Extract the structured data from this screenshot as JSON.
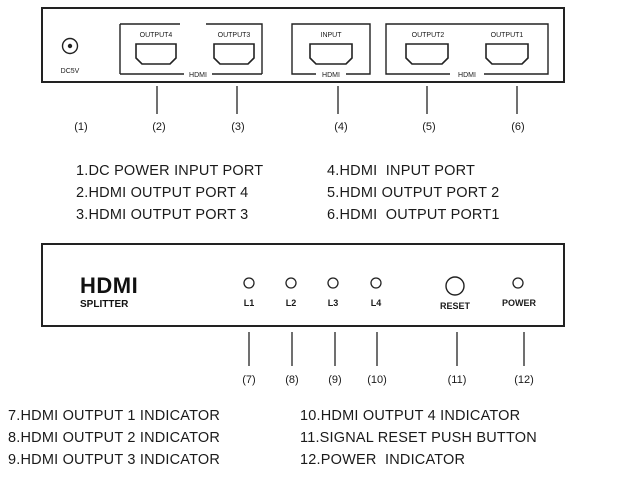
{
  "rear_panel": {
    "dc_label": "DC5V",
    "group_left": {
      "ports": [
        "OUTPUT4",
        "OUTPUT3"
      ],
      "label": "HDMI"
    },
    "group_middle": {
      "ports": [
        "INPUT"
      ],
      "label": "HDMI"
    },
    "group_right": {
      "ports": [
        "OUTPUT2",
        "OUTPUT1"
      ],
      "label": "HDMI"
    },
    "callouts": [
      "(1)",
      "(2)",
      "(3)",
      "(4)",
      "(5)",
      "(6)"
    ]
  },
  "rear_legend": {
    "left": [
      "1.DC POWER INPUT PORT",
      "2.HDMI OUTPUT PORT 4",
      "3.HDMI OUTPUT PORT 3"
    ],
    "right": [
      "4.HDMI  INPUT PORT",
      "5.HDMI OUTPUT PORT 2",
      "6.HDMI  OUTPUT PORT1"
    ]
  },
  "front_panel": {
    "brand_line1": "HDMI",
    "brand_line2": "SPLITTER",
    "led_labels": [
      "L1",
      "L2",
      "L3",
      "L4"
    ],
    "reset_label": "RESET",
    "power_label": "POWER",
    "callouts": [
      "(7)",
      "(8)",
      "(9)",
      "(10)",
      "(11)",
      "(12)"
    ]
  },
  "front_legend": {
    "left": [
      "7.HDMI OUTPUT 1 INDICATOR",
      "8.HDMI OUTPUT 2 INDICATOR",
      "9.HDMI OUTPUT 3 INDICATOR"
    ],
    "right": [
      "10.HDMI OUTPUT 4 INDICATOR",
      "11.SIGNAL RESET PUSH BUTTON",
      "12.POWER  INDICATOR"
    ]
  }
}
